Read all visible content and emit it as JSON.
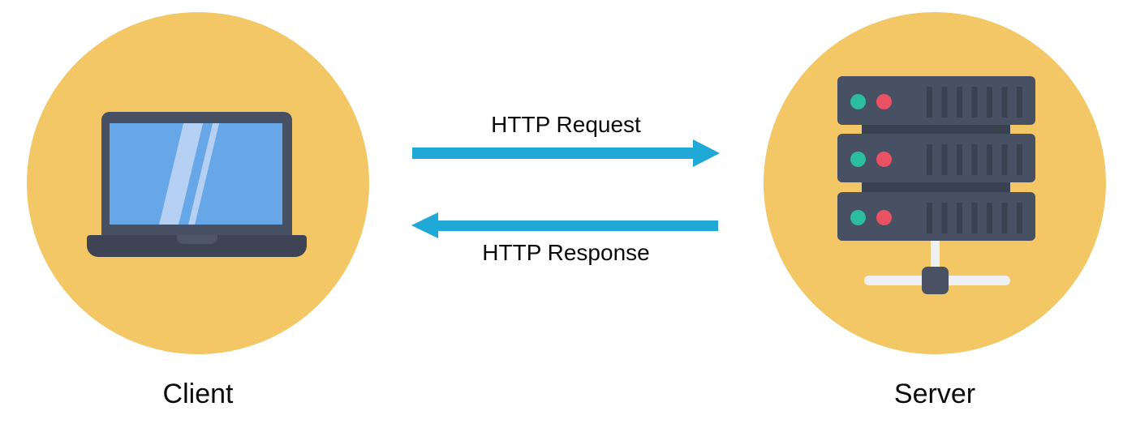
{
  "diagram": {
    "client": {
      "label": "Client",
      "icon": "laptop-icon"
    },
    "server": {
      "label": "Server",
      "icon": "server-icon"
    },
    "flows": [
      {
        "label": "HTTP Request",
        "direction": "client-to-server",
        "arrow": "right"
      },
      {
        "label": "HTTP Response",
        "direction": "server-to-client",
        "arrow": "left"
      }
    ]
  },
  "colors": {
    "background": "#ffffff",
    "circle": "#f4c766",
    "slate": "#485064",
    "slate_dark": "#3a4150",
    "base": "#3e4454",
    "notch": "#4e5567",
    "screen_blue": "#67a7e8",
    "screen_glare": "#b5d0f2",
    "arrow": "#20a9d6",
    "led_green": "#2cbc9e",
    "led_red": "#e95164",
    "cable": "#eef0f3",
    "connector": "#4a5162",
    "text": "#0a0a0a"
  }
}
